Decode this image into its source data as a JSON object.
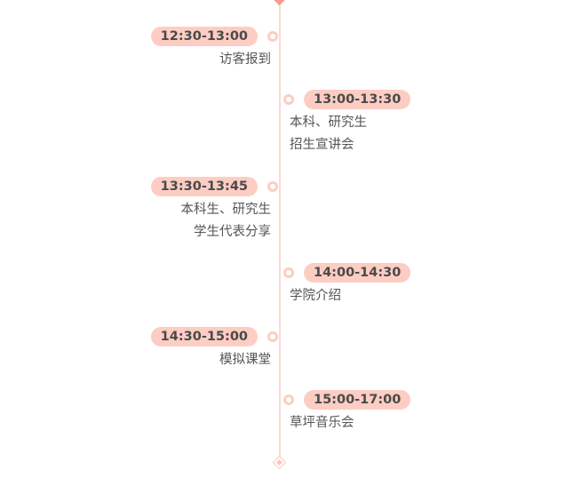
{
  "timeline": [
    {
      "side": "left",
      "time": "12:30-13:00",
      "lines": [
        "访客报到"
      ]
    },
    {
      "side": "right",
      "time": "13:00-13:30",
      "lines": [
        "本科、研究生",
        "招生宣讲会"
      ]
    },
    {
      "side": "left",
      "time": "13:30-13:45",
      "lines": [
        "本科生、研究生",
        "学生代表分享"
      ]
    },
    {
      "side": "right",
      "time": "14:00-14:30",
      "lines": [
        "学院介绍"
      ]
    },
    {
      "side": "left",
      "time": "14:30-15:00",
      "lines": [
        "模拟课堂"
      ]
    },
    {
      "side": "right",
      "time": "15:00-17:00",
      "lines": [
        "草坪音乐会"
      ]
    }
  ]
}
